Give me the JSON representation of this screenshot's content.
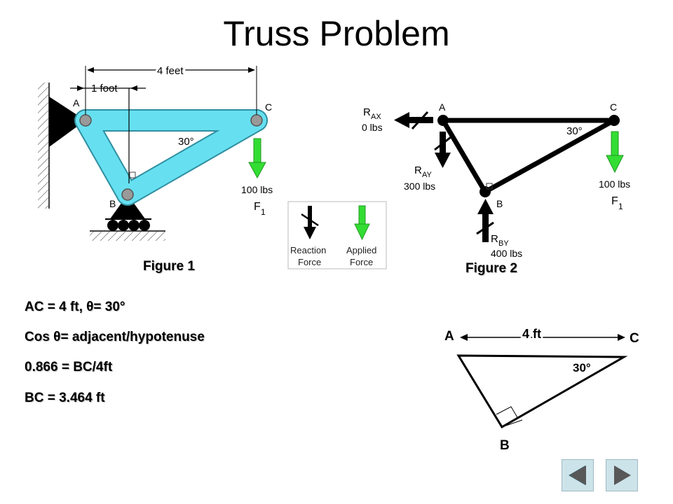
{
  "title": "Truss Problem",
  "figure1": {
    "caption": "Figure 1",
    "dim_total": "4 feet",
    "dim_offset": "1 foot",
    "angle": "30°",
    "label_a": "A",
    "label_b": "B",
    "label_c": "C",
    "load_value": "100 lbs",
    "load_name": "F",
    "load_sub": "1"
  },
  "legend": {
    "reaction_line1": "Reaction",
    "reaction_line2": "Force",
    "applied_line1": "Applied",
    "applied_line2": "Force"
  },
  "figure2": {
    "caption": "Figure 2",
    "label_a": "A",
    "label_b": "B",
    "label_c": "C",
    "angle": "30°",
    "rax_name": "R",
    "rax_sub": "AX",
    "rax_value": "0 lbs",
    "ray_name": "R",
    "ray_sub": "AY",
    "ray_value": "300 lbs",
    "rby_name": "R",
    "rby_sub": "BY",
    "rby_value": "400 lbs",
    "load_value": "100 lbs",
    "load_name": "F",
    "load_sub": "1"
  },
  "calculations": [
    "AC = 4 ft, θ= 30°",
    "Cos θ= adjacent/hypotenuse",
    "0.866 = BC/4ft",
    "BC = 3.464 ft"
  ],
  "triangle": {
    "label_a": "A",
    "label_b": "B",
    "label_c": "C",
    "length": "4 ft",
    "angle": "30°"
  },
  "colors": {
    "member": "#66e0f0",
    "applied_force": "#33dd33",
    "reaction_force": "#000000",
    "nav_button": "#cde3ea"
  },
  "nav": {
    "prev_icon": "triangle-left-icon",
    "next_icon": "triangle-right-icon"
  }
}
